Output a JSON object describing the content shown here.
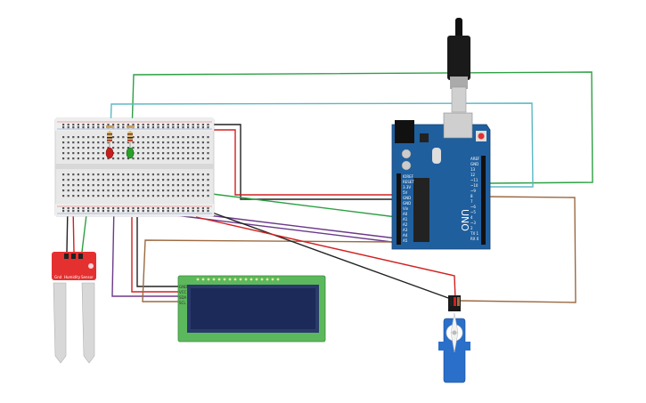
{
  "arduino": {
    "brand_label": "UNO",
    "left_pins": [
      "IOREF",
      "RESET",
      "3.3V",
      "5V",
      "GND",
      "GND",
      "Vin",
      "A0",
      "A1",
      "A2",
      "A3",
      "A4",
      "A5"
    ],
    "right_pins": [
      "AREF",
      "GND",
      "13",
      "12",
      "~11",
      "~10",
      "~9",
      "8",
      "7",
      "~6",
      "~5",
      "4",
      "~3",
      "2",
      "TX 1",
      "RX 0"
    ]
  },
  "moisture_sensor": {
    "pin_labels": [
      "Gnd",
      "Humidity",
      "Sensor"
    ]
  },
  "lcd": {
    "pin_labels": [
      "GND",
      "VCC",
      "SDA",
      "SCL"
    ]
  },
  "colors": {
    "wire_green": "#2ea043",
    "wire_teal": "#5bb8c4",
    "wire_red": "#d22020",
    "wire_black": "#222222",
    "wire_purple": "#6b3a8a",
    "wire_brown": "#9b6a42",
    "arduino_blue": "#1f5f9e",
    "lcd_green": "#5cb85c",
    "lcd_screen": "#1c2a5a",
    "sensor_red": "#e53030",
    "servo_blue": "#2a6fc9"
  }
}
